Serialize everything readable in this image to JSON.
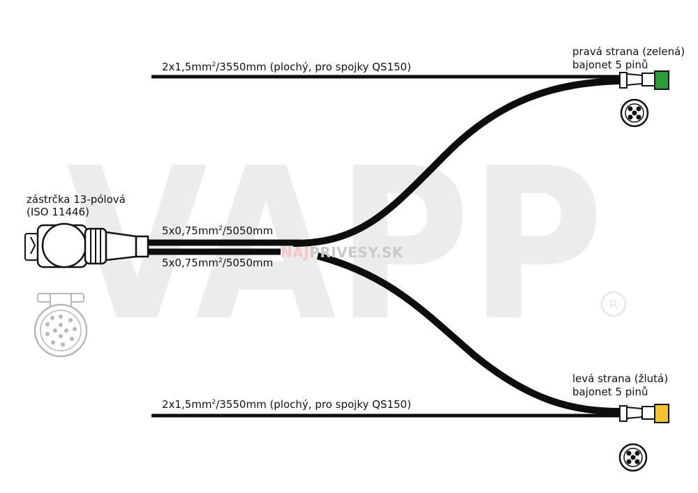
{
  "watermark": {
    "logo_text": "VAPP",
    "registered_mark": "®",
    "site_part1": "NAJ",
    "site_part2": "PRIVESY",
    "site_part3": ".SK"
  },
  "labels": {
    "top_cable": {
      "prefix": "2x1,5mm",
      "sup": "2",
      "suffix": "/3550mm (plochý, pro spojky QS150)"
    },
    "bottom_cable": {
      "prefix": "2x1,5mm",
      "sup": "2",
      "suffix": "/3550mm (plochý, pro spojky QS150)"
    },
    "right_side_line1": "pravá  strana (zelená)",
    "right_side_line2": "bajonet 5 pinů",
    "left_side_line1": "levá  strana (žlutá)",
    "left_side_line2": "bajonet 5 pinů",
    "plug_line1": "zástrčka 13-pólová",
    "plug_line2": "(ISO 11446)",
    "main_cable_upper": {
      "prefix": "5x0,75mm",
      "sup": "2",
      "suffix": "/5050mm"
    },
    "main_cable_lower": {
      "prefix": "5x0,75mm",
      "sup": "2",
      "suffix": "/5050mm"
    }
  },
  "colors": {
    "cable": "#0d0d0d",
    "green_connector": "#2d9a3a",
    "yellow_connector": "#f2c230",
    "watermark_gray": "#ececec",
    "site_red": "#f3c6c8",
    "site_gray": "#c9c9c9"
  }
}
